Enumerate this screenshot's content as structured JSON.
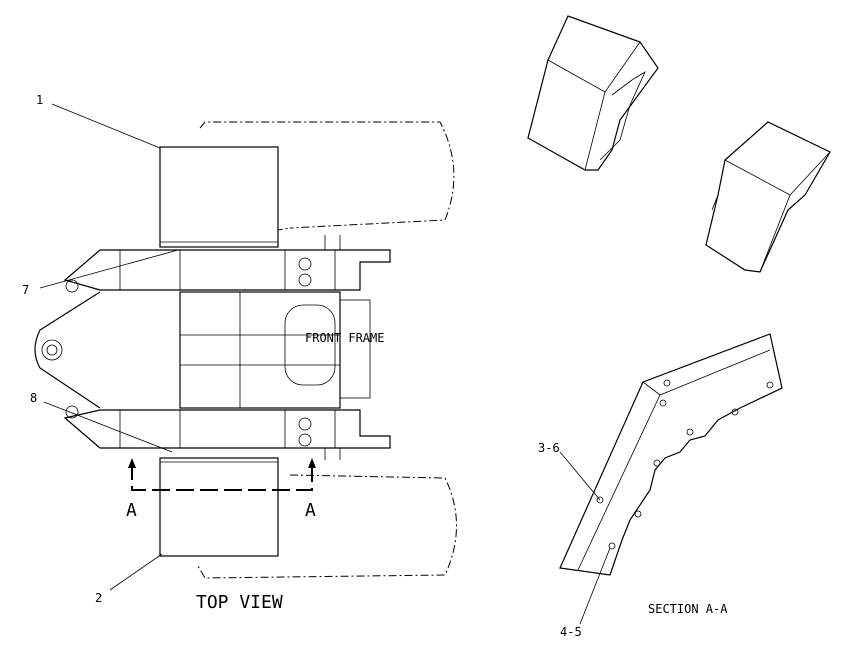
{
  "callouts": {
    "c1": "1",
    "c2": "2",
    "c7": "7",
    "c8": "8",
    "c36": "3-6",
    "c45": "4-5"
  },
  "labels": {
    "top_view": "TOP VIEW",
    "front_frame": "FRONT FRAME",
    "section": "SECTION A-A",
    "section_mark_left": "A",
    "section_mark_right": "A"
  },
  "colors": {
    "line": "#000000",
    "background": "#ffffff"
  }
}
